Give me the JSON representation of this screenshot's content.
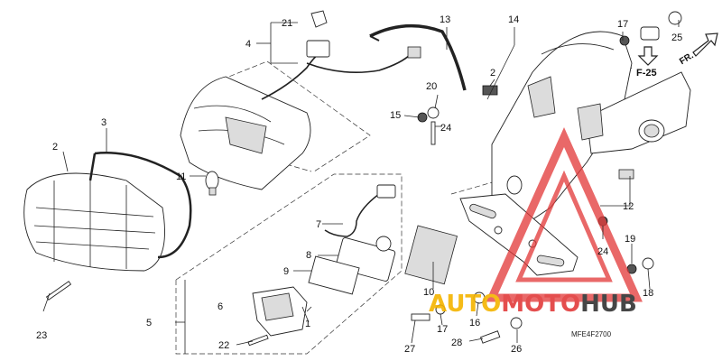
{
  "diagram": {
    "drawing_code": "MFE4F2700",
    "reference_label": "F-25",
    "direction_label": "FR.",
    "watermark": {
      "word_part1": "AUTO",
      "word_part2": "MOTO",
      "word_part3": "HUB",
      "color_part1": "#f5b400",
      "color_part2": "#e23b3b",
      "color_part3": "#333333",
      "triangle_color": "#e23b3b"
    },
    "callouts": [
      {
        "id": "c1",
        "label": "1"
      },
      {
        "id": "c2a",
        "label": "2"
      },
      {
        "id": "c2b",
        "label": "2"
      },
      {
        "id": "c3",
        "label": "3"
      },
      {
        "id": "c4",
        "label": "4"
      },
      {
        "id": "c5",
        "label": "5"
      },
      {
        "id": "c6",
        "label": "6"
      },
      {
        "id": "c7",
        "label": "7"
      },
      {
        "id": "c8",
        "label": "8"
      },
      {
        "id": "c9",
        "label": "9"
      },
      {
        "id": "c10",
        "label": "10"
      },
      {
        "id": "c11",
        "label": "11"
      },
      {
        "id": "c12",
        "label": "12"
      },
      {
        "id": "c13",
        "label": "13"
      },
      {
        "id": "c14",
        "label": "14"
      },
      {
        "id": "c15",
        "label": "15"
      },
      {
        "id": "c16",
        "label": "16"
      },
      {
        "id": "c17a",
        "label": "17"
      },
      {
        "id": "c17b",
        "label": "17"
      },
      {
        "id": "c18",
        "label": "18"
      },
      {
        "id": "c19",
        "label": "19"
      },
      {
        "id": "c20",
        "label": "20"
      },
      {
        "id": "c21",
        "label": "21"
      },
      {
        "id": "c22",
        "label": "22"
      },
      {
        "id": "c23",
        "label": "23"
      },
      {
        "id": "c24a",
        "label": "24"
      },
      {
        "id": "c24b",
        "label": "24"
      },
      {
        "id": "c25",
        "label": "25"
      },
      {
        "id": "c26",
        "label": "26"
      },
      {
        "id": "c27",
        "label": "27"
      },
      {
        "id": "c28",
        "label": "28"
      }
    ]
  }
}
